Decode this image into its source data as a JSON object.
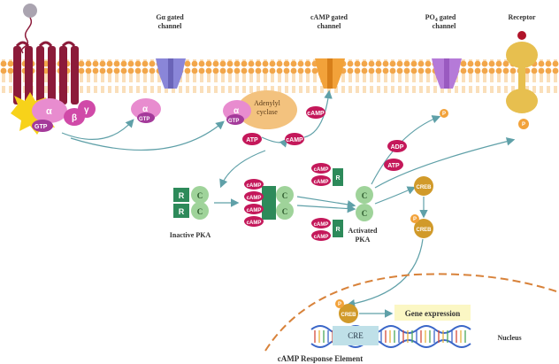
{
  "labels": {
    "ga_channel_l1": "Gα gated",
    "ga_channel_l2": "channel",
    "camp_channel_l1": "cAMP gated",
    "camp_channel_l2": "channel",
    "po4_channel_l1": "PO",
    "po4_channel_sub": "4",
    "po4_channel_l1b": " gated",
    "po4_channel_l2": "channel",
    "receptor": "Receptor",
    "inactive_pka": "Inactive PKA",
    "activated_pka_l1": "Activated",
    "activated_pka_l2": "PKA",
    "nucleus": "Nucleus",
    "gene_expression": "Gene expression",
    "cre": "CRE",
    "response_element": "cAMP Response Element"
  },
  "molecules": {
    "alpha": "α",
    "beta": "β",
    "gamma": "γ",
    "gtp": "GTP",
    "atp": "ATP",
    "adp": "ADP",
    "camp": "cAMP",
    "adenylyl_l1": "Adenylyl",
    "adenylyl_l2": "cyclase",
    "r": "R",
    "c": "C",
    "creb": "CREB",
    "p": "P"
  },
  "colors": {
    "membrane_head": "#f2a64a",
    "membrane_tail": "#f6c98c",
    "receptor7tm": "#8c1b3a",
    "g_alpha": "#e88ccf",
    "g_beta_gamma": "#d04aa8",
    "gtp": "#a43a9a",
    "channel_blue": "#8a86d8",
    "channel_orange": "#f2a23a",
    "channel_purple": "#b57ad8",
    "receptor_tan": "#e7bf4f",
    "camp": "#c4185a",
    "pka_r": "#2d8a5a",
    "pka_c": "#9fd39a",
    "creb": "#d19a2a",
    "arrow": "#5fa0a8",
    "nucleus": "#d8823a",
    "gene_box": "#fbf7c4",
    "cre_box": "#bfe0e8"
  }
}
